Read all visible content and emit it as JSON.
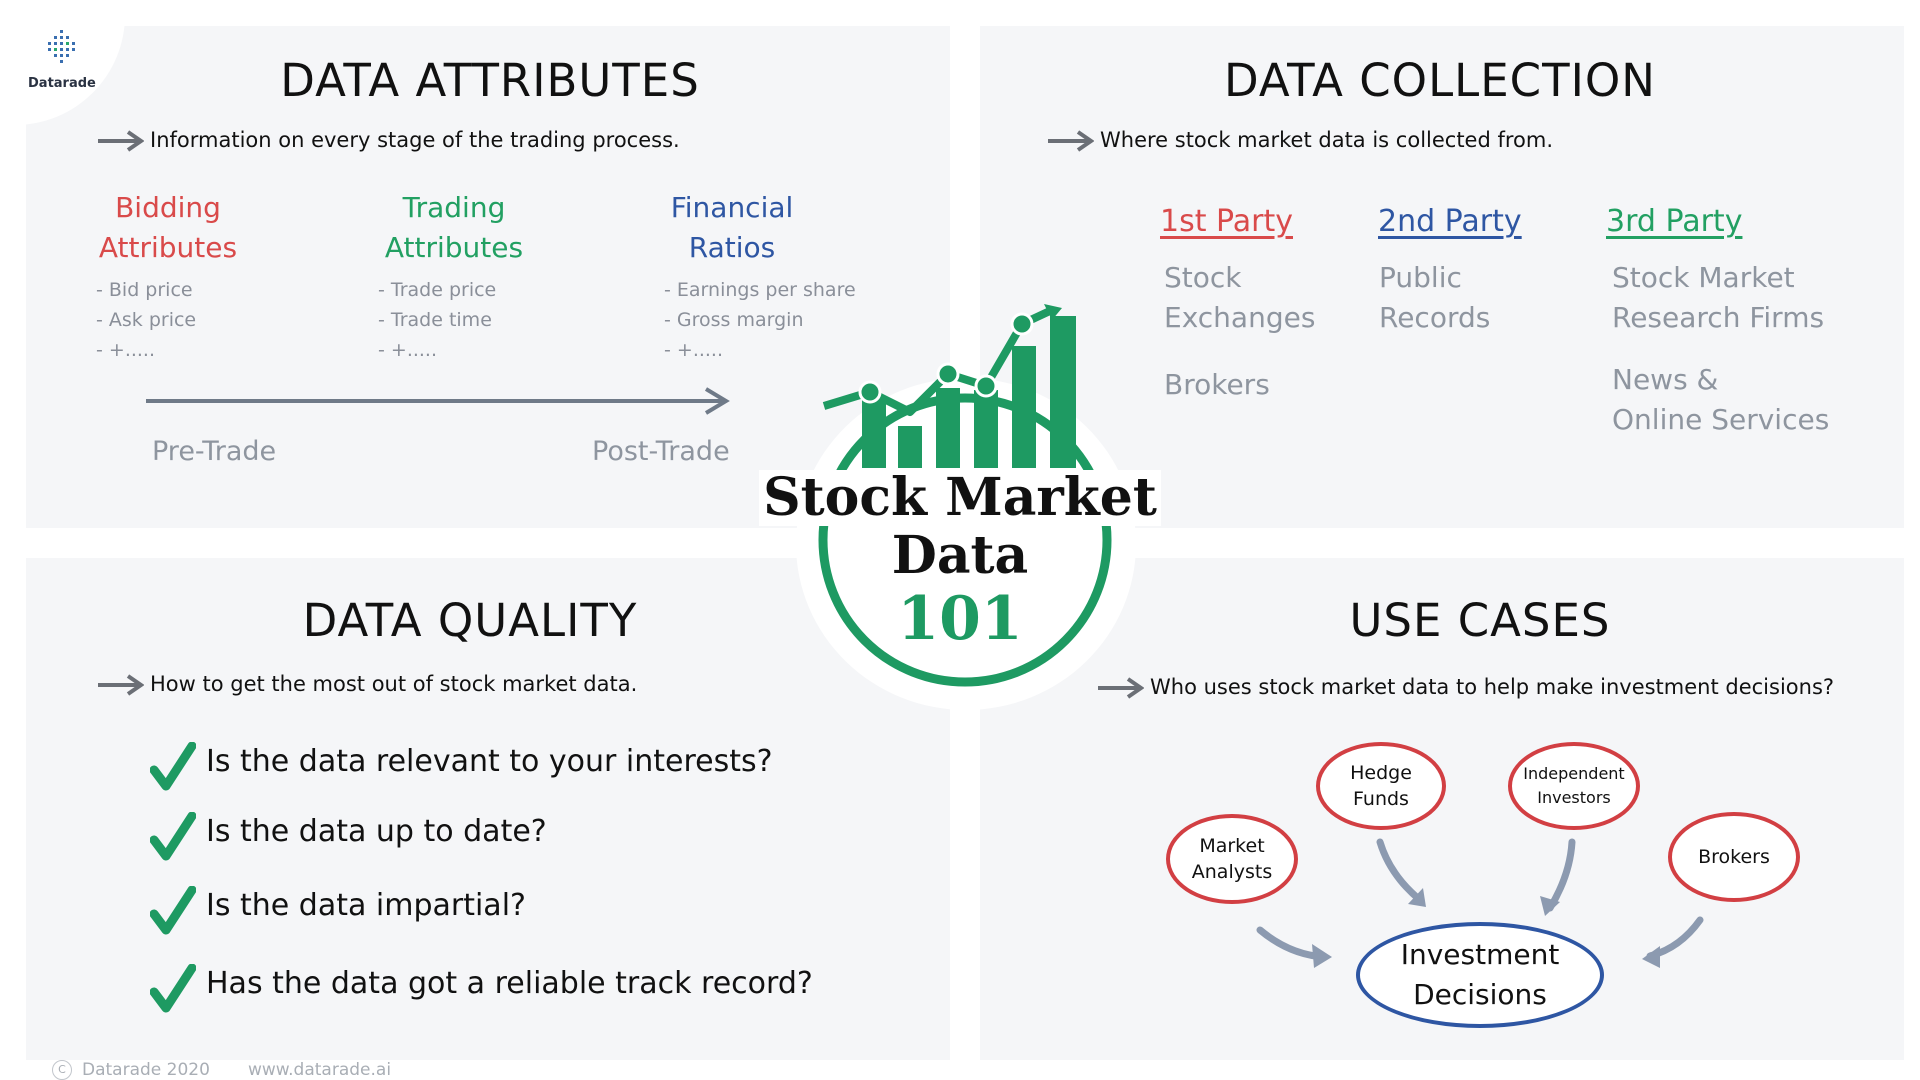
{
  "brand": {
    "logo_text": "Datarade"
  },
  "center": {
    "line1": "Stock Market",
    "line2": "Data",
    "line3": "101",
    "accent": "#1e9a62"
  },
  "attributes": {
    "title": "DATA ATTRIBUTES",
    "intro": "Information on every stage of the trading process.",
    "columns": [
      {
        "head1": "Bidding",
        "head2": "Attributes",
        "color": "#d94a4a",
        "items": [
          "- Bid price",
          "- Ask price",
          "- +....."
        ]
      },
      {
        "head1": "Trading",
        "head2": "Attributes",
        "color": "#22a062",
        "items": [
          "- Trade price",
          "- Trade time",
          "- +....."
        ]
      },
      {
        "head1": "Financial",
        "head2": "Ratios",
        "color": "#2e56a3",
        "items": [
          "- Earnings per share",
          "- Gross margin",
          "- +....."
        ]
      }
    ],
    "timeline_start": "Pre-Trade",
    "timeline_end": "Post-Trade"
  },
  "collection": {
    "title": "DATA COLLECTION",
    "intro": "Where stock market data is collected from.",
    "parties": [
      {
        "label": "1st Party",
        "color": "#d94a4a",
        "sources": [
          "Stock\nExchanges",
          "Brokers"
        ]
      },
      {
        "label": "2nd Party",
        "color": "#2e56a3",
        "sources": [
          "Public\nRecords"
        ]
      },
      {
        "label": "3rd Party",
        "color": "#22a062",
        "sources": [
          "Stock Market\nResearch Firms",
          "News &\nOnline Services"
        ]
      }
    ]
  },
  "quality": {
    "title": "DATA QUALITY",
    "intro": "How to get the most out of stock market data.",
    "questions": [
      "Is the data relevant to your interests?",
      "Is the data up to date?",
      "Is the data impartial?",
      "Has the data got a reliable track record?"
    ]
  },
  "usecases": {
    "title": "USE CASES",
    "intro": "Who uses stock market data to help make  investment decisions?",
    "actors": [
      "Market\nAnalysts",
      "Hedge\nFunds",
      "Independent\nInvestors",
      "Brokers"
    ],
    "target": "Investment\nDecisions"
  },
  "footer": {
    "copyright": "Datarade 2020",
    "url": "www.datarade.ai"
  }
}
